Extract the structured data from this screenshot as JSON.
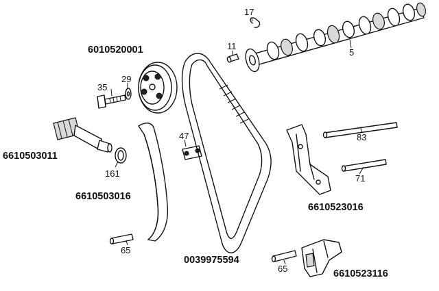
{
  "labels": {
    "n17": "17",
    "n11": "11",
    "n5": "5",
    "p6010520001": "6010520001",
    "n29": "29",
    "n35": "35",
    "n47": "47",
    "n83": "83",
    "p6610503011": "6610503011",
    "n161": "161",
    "n71": "71",
    "p6610503016": "6610503016",
    "p6610523016": "6610523016",
    "n65a": "65",
    "p0039975594": "0039975594",
    "n65b": "65",
    "p6610523116": "6610523116"
  }
}
